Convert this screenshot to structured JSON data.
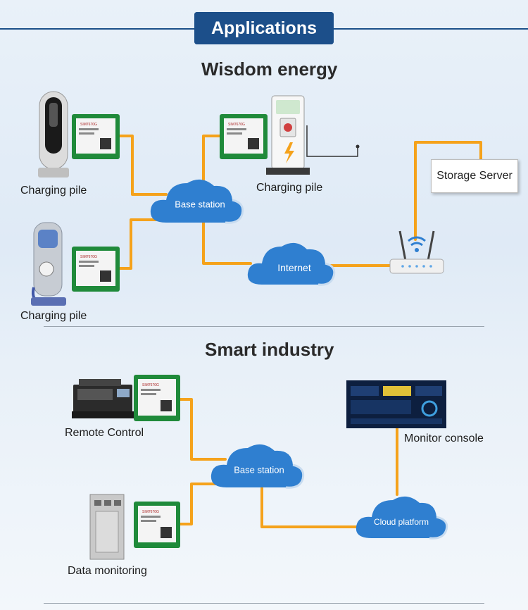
{
  "header": {
    "title": "Applications"
  },
  "wisdom_energy": {
    "title": "Wisdom energy",
    "charging_pile_1": "Charging pile",
    "charging_pile_2": "Charging pile",
    "charging_pile_3": "Charging pile",
    "base_station": "Base station",
    "internet": "Internet",
    "storage_server": "Storage Server"
  },
  "smart_industry": {
    "title": "Smart industry",
    "remote_control": "Remote Control",
    "data_monitoring": "Data monitoring",
    "base_station": "Base station",
    "cloud_platform": "Cloud platform",
    "monitor_console": "Monitor console"
  },
  "module": {
    "model": "SIM7670G"
  },
  "colors": {
    "banner": "#1c4f8a",
    "connector": "#f5a21b",
    "cloud": "#2f7fd0",
    "board": "#1f8a3a"
  }
}
